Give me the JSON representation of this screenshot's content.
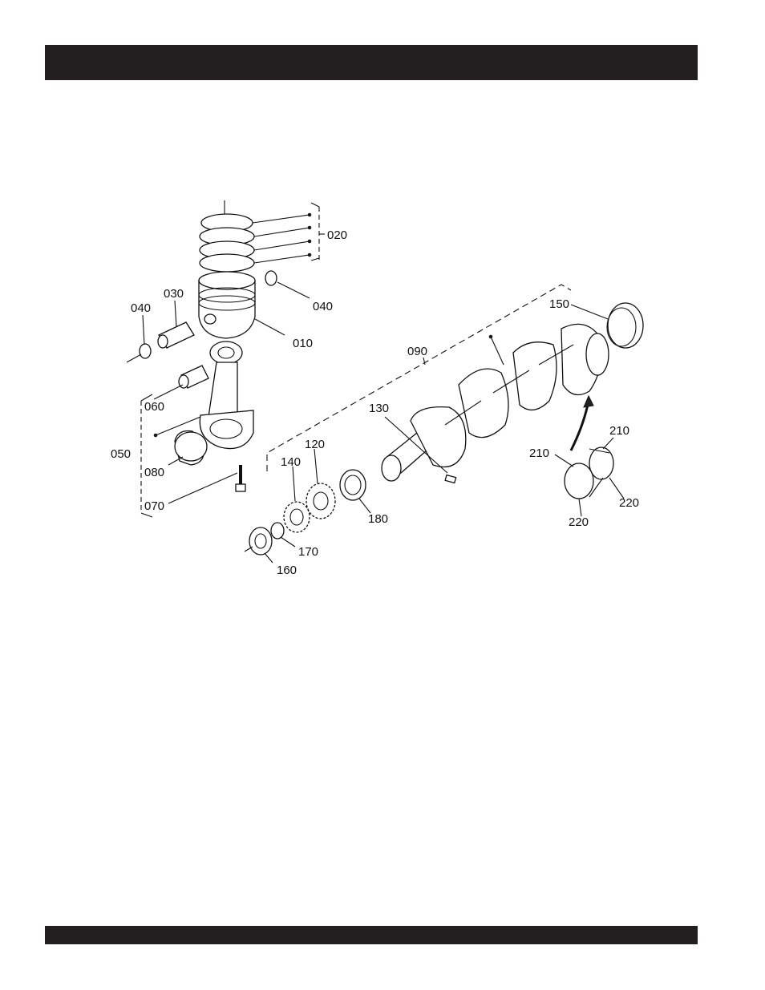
{
  "header": {
    "title": ""
  },
  "footer": {
    "text": ""
  },
  "diagram": {
    "parts": [
      {
        "id": "010",
        "label": "010"
      },
      {
        "id": "020",
        "label": "020"
      },
      {
        "id": "030",
        "label": "030"
      },
      {
        "id": "040a",
        "label": "040"
      },
      {
        "id": "040b",
        "label": "040"
      },
      {
        "id": "050",
        "label": "050"
      },
      {
        "id": "060",
        "label": "060"
      },
      {
        "id": "070",
        "label": "070"
      },
      {
        "id": "080",
        "label": "080"
      },
      {
        "id": "090",
        "label": "090"
      },
      {
        "id": "120",
        "label": "120"
      },
      {
        "id": "130",
        "label": "130"
      },
      {
        "id": "140",
        "label": "140"
      },
      {
        "id": "150",
        "label": "150"
      },
      {
        "id": "160",
        "label": "160"
      },
      {
        "id": "170",
        "label": "170"
      },
      {
        "id": "180",
        "label": "180"
      },
      {
        "id": "210a",
        "label": "210"
      },
      {
        "id": "210b",
        "label": "210"
      },
      {
        "id": "220a",
        "label": "220"
      },
      {
        "id": "220b",
        "label": "220"
      }
    ]
  }
}
